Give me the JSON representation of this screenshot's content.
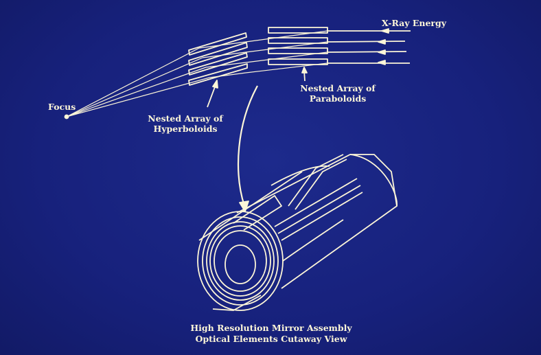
{
  "labels": {
    "xray": "X-Ray Energy",
    "paraboloids_1": "Nested Array of",
    "paraboloids_2": "Paraboloids",
    "focus": "Focus",
    "hyperboloids_1": "Nested Array of",
    "hyperboloids_2": "Hyperboloids",
    "caption_1": "High Resolution Mirror Assembly",
    "caption_2": "Optical Elements Cutaway View"
  },
  "colors": {
    "background": "#17207a",
    "line": "#fdf6d8"
  }
}
